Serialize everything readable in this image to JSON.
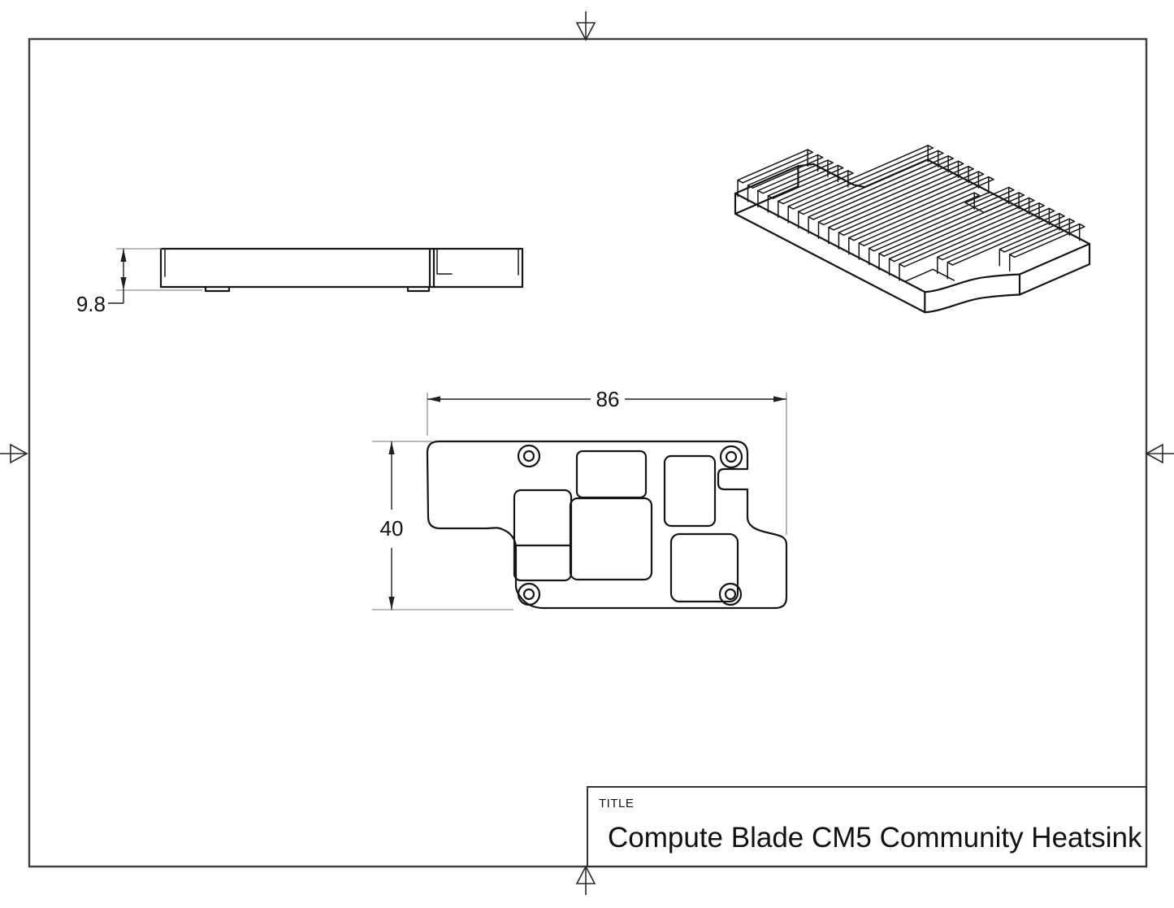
{
  "drawing": {
    "background_color": "#ffffff",
    "object_line_color": "#151515",
    "border_color": "#3f3f3f",
    "extension_line_color": "#909090",
    "text_color": "#111111"
  },
  "views": {
    "side_view": {
      "height_dimension": "9.8"
    },
    "bottom_view": {
      "width_dimension": "86",
      "height_dimension": "40"
    },
    "isometric_view": {}
  },
  "title_block": {
    "label": "TITLE",
    "title": "Compute Blade CM5 Community Heatsink"
  }
}
